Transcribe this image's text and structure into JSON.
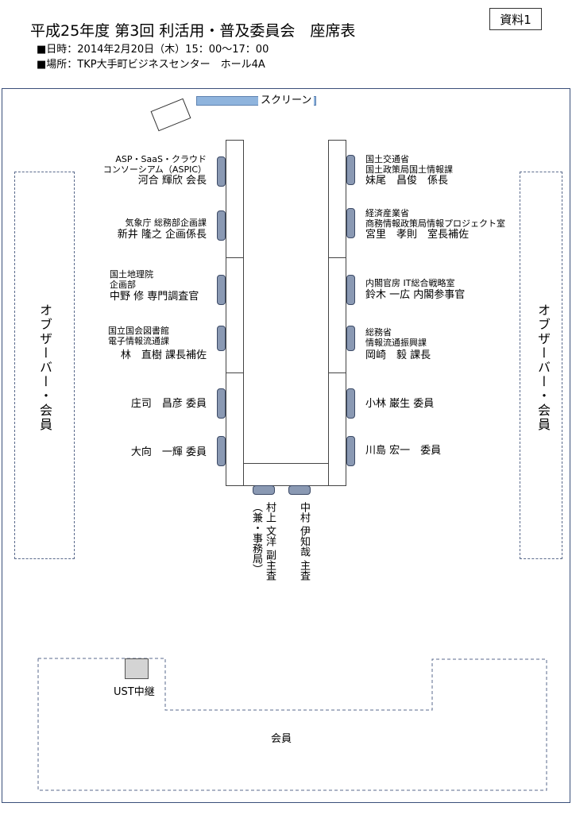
{
  "header": {
    "title": "平成25年度 第3回 利活用・普及委員会　座席表",
    "date_line": "■日時：2014年2月20日（木）15：00〜17：00",
    "place_line": "■場所：TKP大手町ビジネスセンター　ホール4A",
    "document_badge": "資料1"
  },
  "room": {
    "screen_label": "スクリーン",
    "observer_left": "オブザーバー・会員",
    "observer_right": "オブザーバー・会員",
    "ust_label": "UST中継",
    "member_area_label": "会員"
  },
  "left_seats": [
    {
      "org": [
        "ASP・SaaS・クラウド",
        "コンソーシアム（ASPIC）"
      ],
      "name": "河合 輝欣 会長"
    },
    {
      "org": [
        "気象庁 総務部企画課"
      ],
      "name": "新井 隆之 企画係長"
    },
    {
      "org": [
        "国土地理院",
        "企画部"
      ],
      "name": "中野 修 専門調査官"
    },
    {
      "org": [
        "国立国会図書館",
        "電子情報流通課"
      ],
      "name": "林　直樹 課長補佐"
    },
    {
      "org": [],
      "name": "庄司　昌彦 委員"
    },
    {
      "org": [],
      "name": "大向　一輝 委員"
    }
  ],
  "right_seats": [
    {
      "org": [
        "国土交通省",
        "国土政策局国土情報課"
      ],
      "name": "妹尾　昌俊　係長"
    },
    {
      "org": [
        "経済産業省",
        "商務情報政策局情報プロジェクト室"
      ],
      "name": "宮里　孝則　室長補佐"
    },
    {
      "org": [
        "内閣官房 IT総合戦略室"
      ],
      "name": "鈴木 一広 内閣参事官"
    },
    {
      "org": [
        "総務省",
        "情報流通振興課"
      ],
      "name": "岡崎　毅 課長"
    },
    {
      "org": [],
      "name": "小林 巌生 委員"
    },
    {
      "org": [],
      "name": "川島 宏一　委員"
    }
  ],
  "bottom_seats": [
    {
      "name": "村上 文洋 副主査",
      "note": "（兼・事務局）"
    },
    {
      "name": "中村 伊知哉 主査"
    }
  ]
}
